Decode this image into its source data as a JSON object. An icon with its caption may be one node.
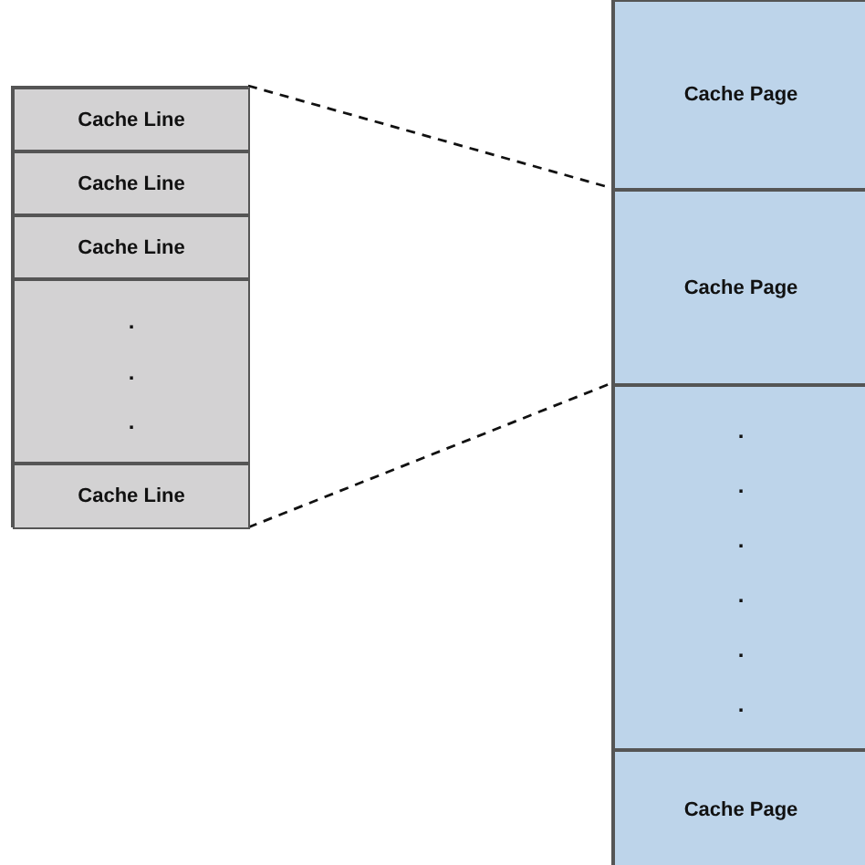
{
  "diagram": {
    "nodes": [
      {
        "text": [],
        "shape": "box"
      },
      {
        "text": [
          "Cache Line"
        ],
        "in": 0
      },
      {
        "text": [
          "Cache Line"
        ],
        "in": 0
      },
      {
        "text": [
          "Cache Line"
        ],
        "in": 0
      },
      {
        "text": [
          ".",
          ".",
          "."
        ],
        "in": 0
      },
      {
        "text": [
          "Cache Line"
        ],
        "in": 0
      },
      {
        "text": [],
        "shape": "box"
      },
      {
        "text": [
          "Cache Page"
        ],
        "in": 6
      },
      {
        "text": [
          "Cache Page"
        ],
        "in": 6
      },
      {
        "text": [
          ".",
          ".",
          ".",
          ".",
          ".",
          "."
        ],
        "in": 6
      },
      {
        "text": [
          "Cache Page"
        ],
        "in": 6
      }
    ],
    "edges": [
      {
        "from": 0,
        "to": 8,
        "arrow": "none",
        "style": "dashed"
      },
      {
        "from": 0,
        "to": 8,
        "arrow": "none",
        "style": "dashed"
      }
    ]
  }
}
